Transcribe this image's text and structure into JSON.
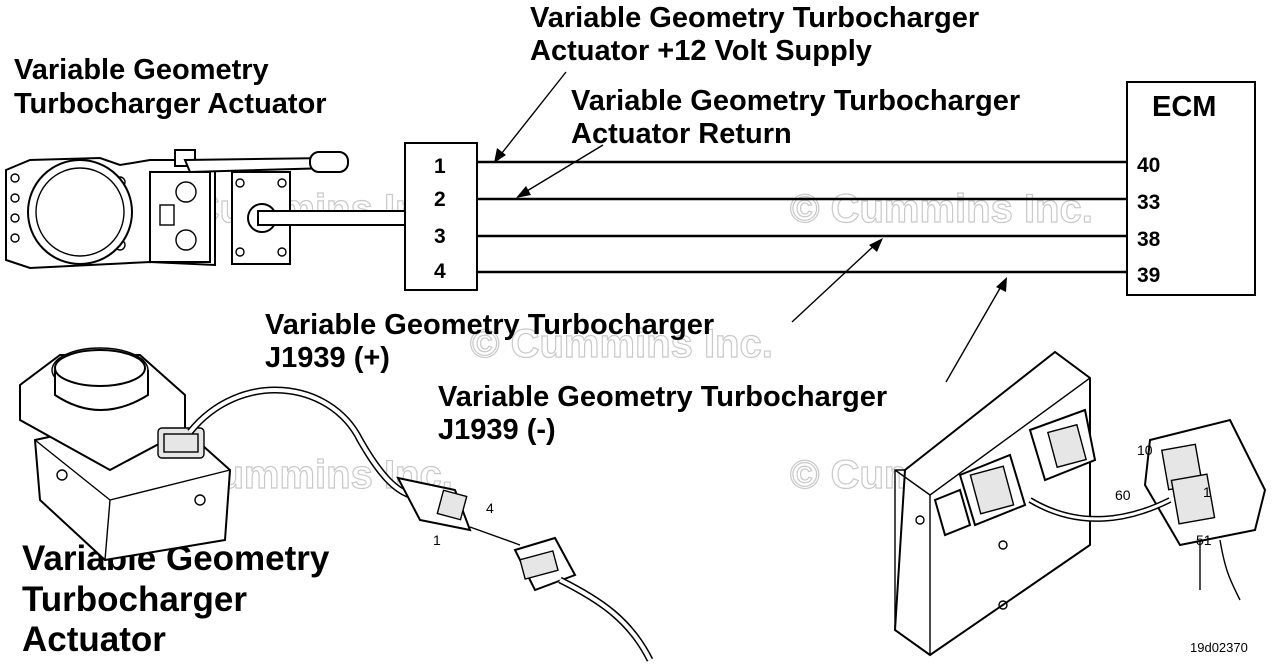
{
  "labels": {
    "actuator_top": [
      "Variable Geometry",
      "Turbocharger Actuator"
    ],
    "supply": [
      "Variable Geometry Turbocharger",
      "Actuator +12 Volt Supply"
    ],
    "return": [
      "Variable Geometry Turbocharger",
      "Actuator Return"
    ],
    "j1939_plus": [
      "Variable Geometry Turbocharger",
      "J1939 (+)"
    ],
    "j1939_minus": [
      "Variable Geometry Turbocharger",
      "J1939 (-)"
    ],
    "actuator_bottom": [
      "Variable Geometry",
      "Turbocharger",
      "Actuator"
    ],
    "ecm": "ECM"
  },
  "connector_pins": [
    "1",
    "2",
    "3",
    "4"
  ],
  "ecm_pins": [
    "40",
    "33",
    "38",
    "39"
  ],
  "plug_pin_labels": {
    "pin1": "1",
    "pin4": "4"
  },
  "ecm_connector_labels": {
    "a": "10",
    "b": "60",
    "c": "1",
    "d": "51"
  },
  "watermark": "© Cummins Inc.",
  "figure_id": "19d02370"
}
